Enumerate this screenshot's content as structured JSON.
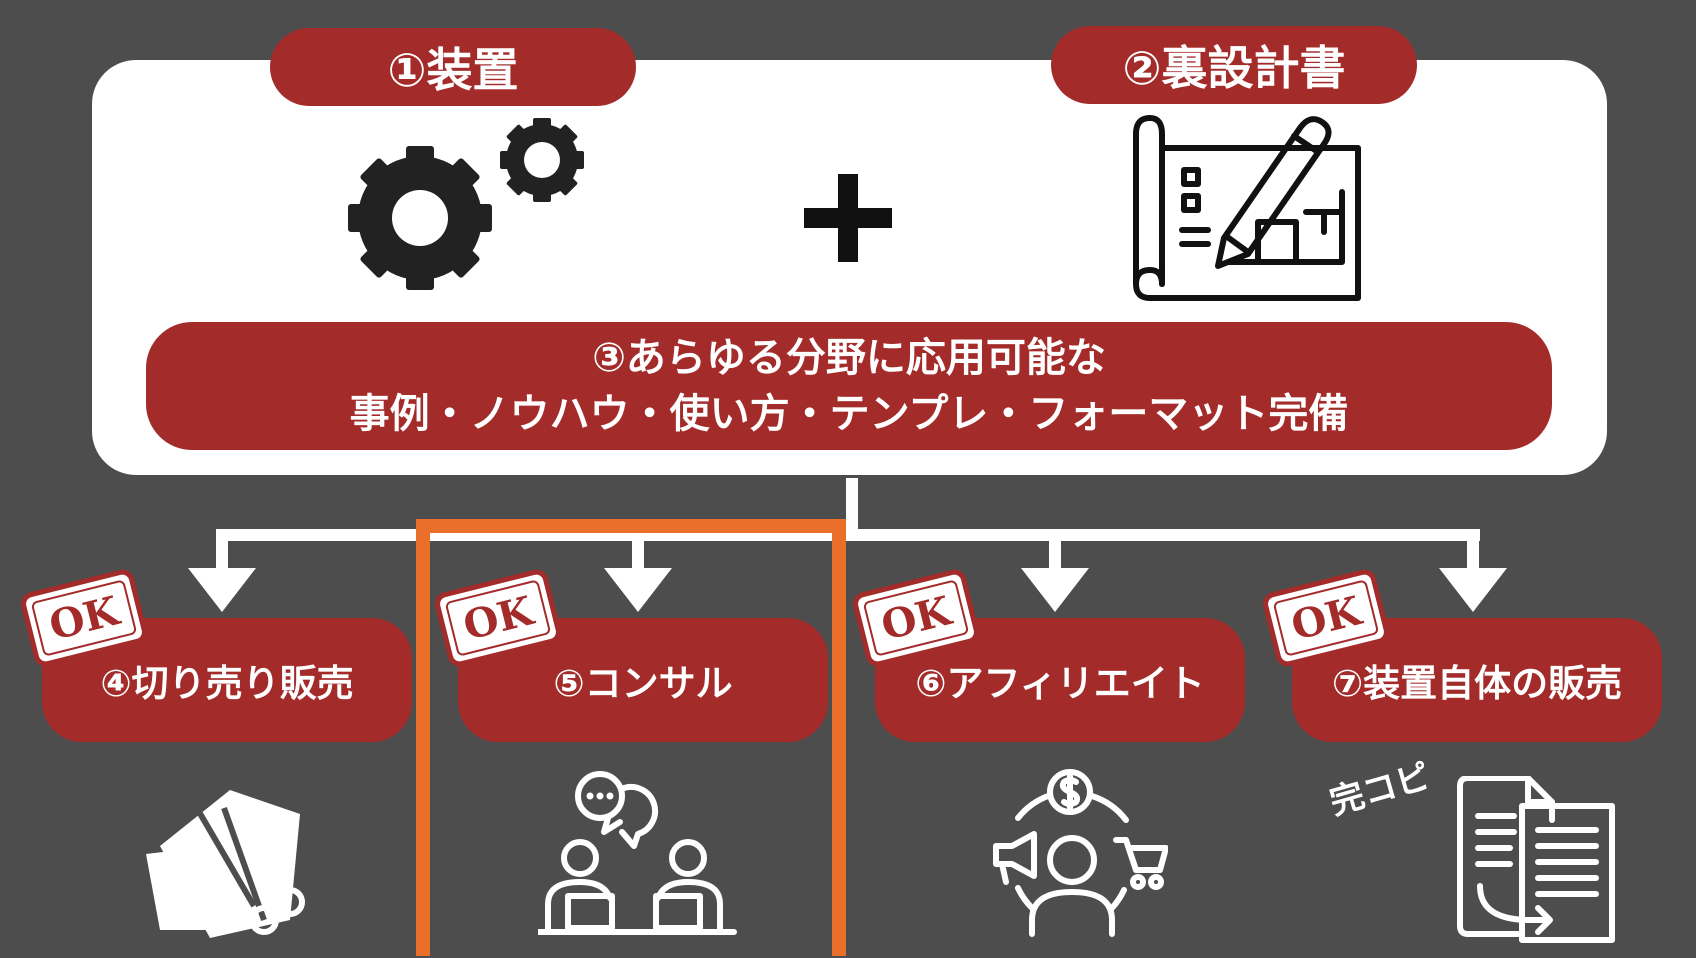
{
  "top": {
    "label1": "①装置",
    "label2": "②裏設計書",
    "plus": "+",
    "wide_line1": "③あらゆる分野に応用可能な",
    "wide_line2": "事例・ノウハウ・使い方・テンプレ・フォーマット完備"
  },
  "branches": [
    {
      "label": "④切り売り販売",
      "stamp": "OK",
      "icon": "paper-scissors-icon"
    },
    {
      "label": "⑤コンサル",
      "stamp": "OK",
      "icon": "consulting-icon",
      "highlighted": true
    },
    {
      "label": "⑥アフィリエイト",
      "stamp": "OK",
      "icon": "affiliate-icon"
    },
    {
      "label": "⑦装置自体の販売",
      "stamp": "OK",
      "icon": "copy-documents-icon"
    }
  ],
  "annotation": "完コピ",
  "colors": {
    "background": "#4d4d4d",
    "pill": "#a32b2a",
    "panel": "#ffffff",
    "highlight": "#e8702a"
  }
}
